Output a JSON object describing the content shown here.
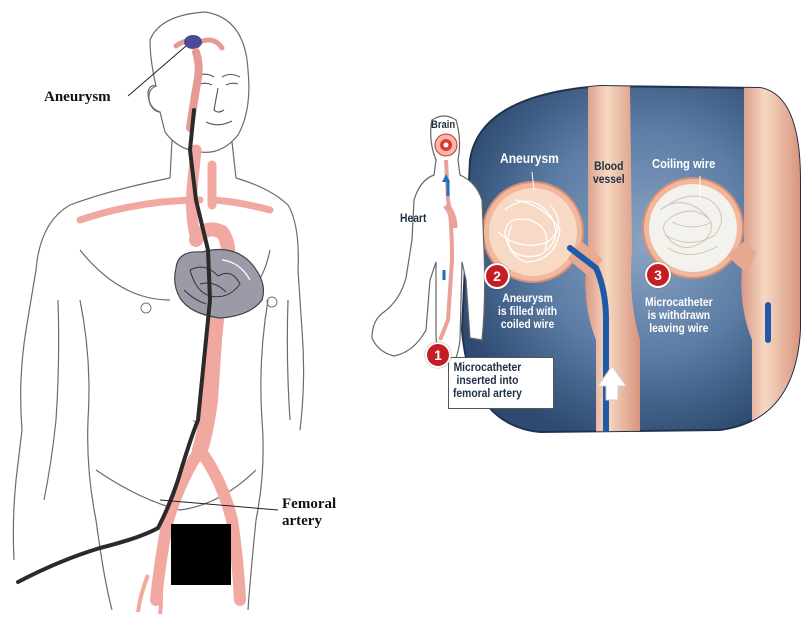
{
  "left_figure": {
    "aneurysm_label": "Aneurysm",
    "femoral_label_line1": "Femoral",
    "femoral_label_line2": "artery"
  },
  "inset": {
    "brain_label": "Brain",
    "heart_label": "Heart",
    "aneurysm_label": "Aneurysm",
    "blood_vessel_line1": "Blood",
    "blood_vessel_line2": "vessel",
    "coiling_wire_label": "Coiling wire",
    "steps": [
      {
        "number": "1",
        "lines": [
          "Microcatheter",
          "inserted into",
          "femoral artery"
        ]
      },
      {
        "number": "2",
        "lines": [
          "Aneurysm",
          "is filled with",
          "coiled wire"
        ]
      },
      {
        "number": "3",
        "lines": [
          "Microcatheter",
          "is withdrawn",
          "leaving wire"
        ]
      }
    ]
  },
  "colors": {
    "artery": "#f0a8a0",
    "catheter": "#2a2a2a",
    "inset_background": "#4e6f97",
    "badge": "#c41e24",
    "vessel": "#f3c9b0"
  }
}
